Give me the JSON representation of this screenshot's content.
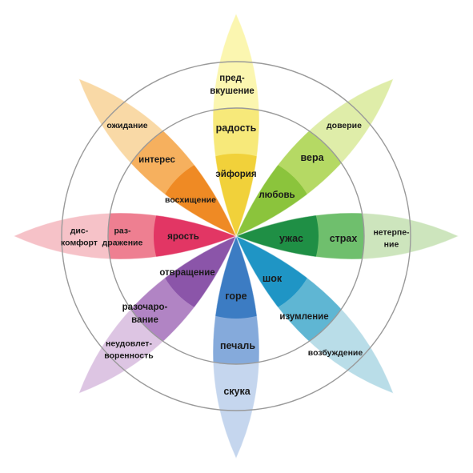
{
  "petals": [
    {
      "id": "yellow",
      "colors": {
        "outer": "#fbf6b0",
        "middle": "#f7e97a",
        "inner": "#f1d13a"
      },
      "labels": {
        "outer": [
          "пред-",
          "вкушение"
        ],
        "middle": [
          "радость"
        ],
        "inner": [
          "эйфория"
        ]
      }
    },
    {
      "id": "light-green",
      "colors": {
        "outer": "#dfeda9",
        "middle": "#b5d964",
        "inner": "#8bc43c"
      },
      "labels": {
        "outer": [
          "доверие"
        ],
        "middle": [
          "вера"
        ],
        "inner": [
          "любовь"
        ]
      }
    },
    {
      "id": "green",
      "colors": {
        "outer": "#cde5bd",
        "middle": "#6fbf6d",
        "inner": "#1f8f45"
      },
      "labels": {
        "outer": [
          "нетерпе-",
          "ние"
        ],
        "middle": [
          "страх"
        ],
        "inner": [
          "ужас"
        ]
      }
    },
    {
      "id": "teal",
      "colors": {
        "outer": "#b9dde8",
        "middle": "#5fb6d3",
        "inner": "#1f95c5"
      },
      "labels": {
        "outer": [
          "возбуждение"
        ],
        "middle": [
          "изумление"
        ],
        "inner": [
          "шок"
        ]
      }
    },
    {
      "id": "blue",
      "colors": {
        "outer": "#c5d6ee",
        "middle": "#85aadb",
        "inner": "#3c7cc3"
      },
      "labels": {
        "outer": [
          "скука"
        ],
        "middle": [
          "печаль"
        ],
        "inner": [
          "горе"
        ]
      }
    },
    {
      "id": "purple",
      "colors": {
        "outer": "#ddc5e3",
        "middle": "#b184c4",
        "inner": "#8b55a9"
      },
      "labels": {
        "outer": [
          "неудовлет-",
          "воренность"
        ],
        "middle": [
          "разочаро-",
          "вание"
        ],
        "inner": [
          "отвращение"
        ]
      }
    },
    {
      "id": "red",
      "colors": {
        "outer": "#f6c2c8",
        "middle": "#ee7f91",
        "inner": "#e23664"
      },
      "labels": {
        "outer": [
          "дис-",
          "комфорт"
        ],
        "middle": [
          "раз-",
          "дражение"
        ],
        "inner": [
          "ярость"
        ]
      }
    },
    {
      "id": "orange",
      "colors": {
        "outer": "#f9d9a6",
        "middle": "#f6b05e",
        "inner": "#ef8a24"
      },
      "labels": {
        "outer": [
          "ожидание"
        ],
        "middle": [
          "интерес"
        ],
        "inner": [
          "восхищение"
        ]
      }
    }
  ]
}
